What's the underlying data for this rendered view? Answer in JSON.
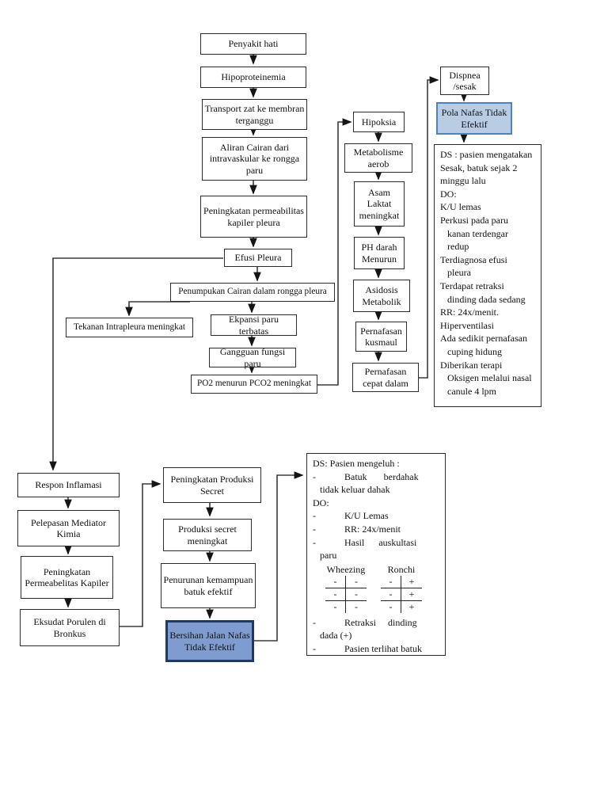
{
  "diagram": {
    "nodes": {
      "penyakit_hati": "Penyakit hati",
      "hipoproteinemia": "Hipoproteinemia",
      "transport_zat": "Transport zat ke membran terganggu",
      "aliran_cairan": "Aliran Cairan dari intravaskular ke rongga paru",
      "peningkatan_permeabilitas": "Peningkatan permeabilitas kapiler pleura",
      "efusi_pleura": "Efusi Pleura",
      "penumpukan_cairan": "Penumpukan Cairan dalam rongga pleura",
      "tekanan_intrapleura": "Tekanan Intrapleura meningkat",
      "ekpansi_paru": "Ekpansi paru terbatas",
      "gangguan_fungsi": "Gangguan fungsi paru",
      "po2_menurun": "PO2 menurun PCO2 meningkat",
      "hipoksia": "Hipoksia",
      "metabolisme_aerob": "Metabolisme aerob",
      "asam_laktat": "Asam Laktat meningkat",
      "ph_darah": "PH darah Menurun",
      "asidosis_metabolik": "Asidosis Metabolik",
      "pernafasan_kusmaul": "Pernafasan kusmaul",
      "pernafasan_cepat": "Pernafasan cepat dalam",
      "dispnea": "Dispnea /sesak",
      "pola_nafas": "Pola Nafas Tidak Efektif",
      "respon_inflamasi": "Respon Inflamasi",
      "pelepasan_mediator": "Pelepasan Mediator Kimia",
      "peningkatan_permeabelitas": "Peningkatan Permeabelitas Kapiler",
      "eksudat_porulen": "Eksudat Porulen di Bronkus",
      "peningkatan_produksi": "Peningkatan Produksi Secret",
      "produksi_secret": "Produksi secret meningkat",
      "penurunan_kemampuan": "Penurunan kemampuan batuk efektif",
      "bersihan_jalan": "Bersihan Jalan Nafas Tidak Efektif"
    },
    "assessment_top": {
      "text": "DS : pasien mengatakan\nSesak, batuk sejak 2\nminggu lalu\nDO:\nK/U lemas\nPerkusi pada paru\n   kanan terdengar\n   redup\nTerdiagnosa efusi\n   pleura\nTerdapat retraksi\n   dinding dada sedang\nRR: 24x/menit.\nHiperventilasi\nAda sedikit pernafasan\n   cuping hidung\nDiberikan terapi\n   Oksigen melalui nasal\n   canule 4 lpm"
    },
    "assessment_bottom": {
      "before_table": "DS: Pasien mengeluh :\n-            Batuk       berdahak\n   tidak keluar dahak\nDO:\n-            K/U Lemas\n-            RR: 24x/menit\n-            Hasil      auskultasi\n   paru",
      "wheezing": {
        "label": "Wheezing",
        "rows": [
          [
            "-",
            "-"
          ],
          [
            "-",
            "-"
          ],
          [
            "-",
            "-"
          ]
        ]
      },
      "ronchi": {
        "label": "Ronchi",
        "rows": [
          [
            "-",
            "+"
          ],
          [
            "-",
            "+"
          ],
          [
            "-",
            "+"
          ]
        ]
      },
      "after_table": "-            Retraksi     dinding\n   dada (+)\n-            Pasien terlihat batuk\n   tapi  kesulitan  mengeluarkan"
    },
    "colors": {
      "diagnosis_light_fill": "#b8cce4",
      "diagnosis_light_border": "#4f81bd",
      "diagnosis_dark_fill": "#7f9cd0",
      "diagnosis_dark_border": "#1f3864",
      "line": "#3a3a3a"
    }
  }
}
